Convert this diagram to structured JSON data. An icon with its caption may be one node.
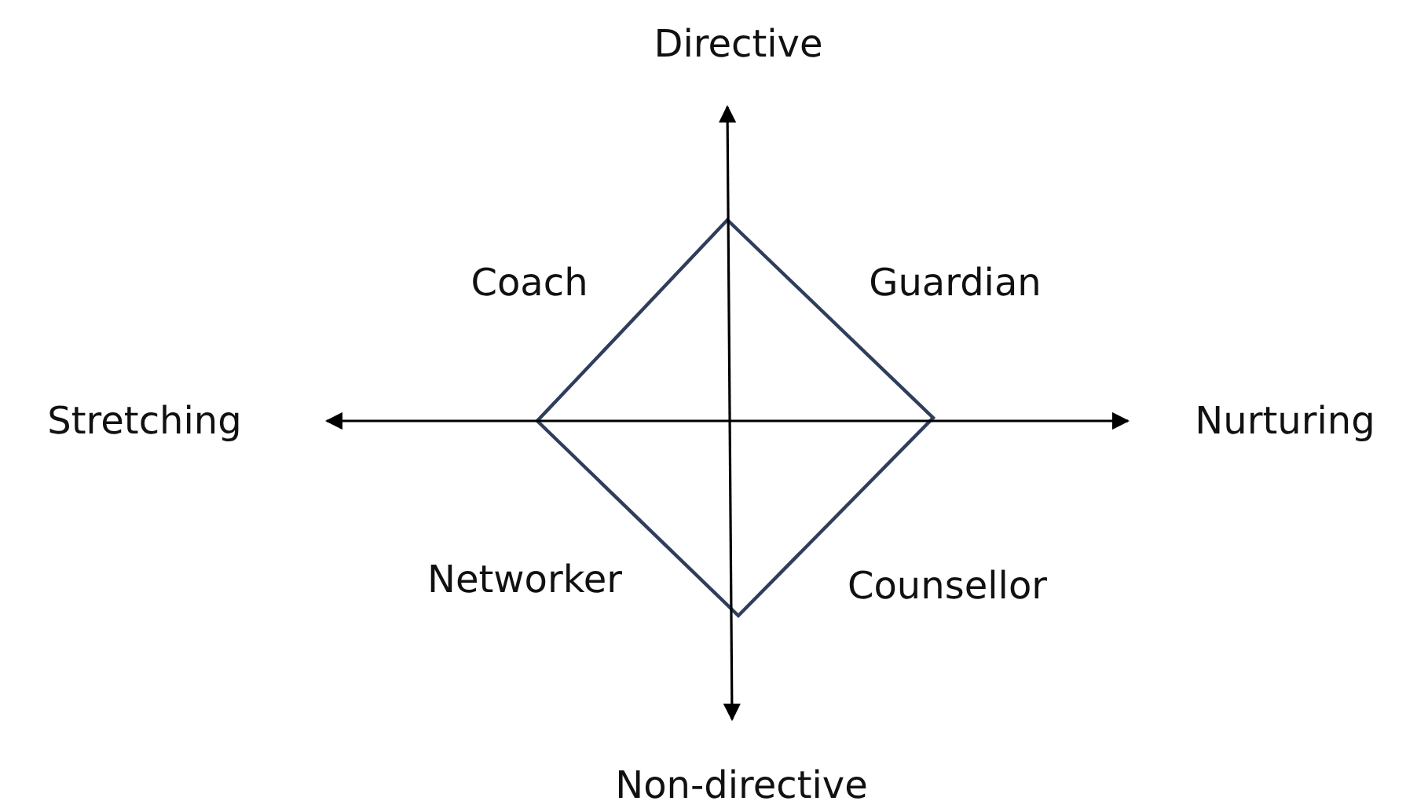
{
  "diagram": {
    "nodes": [
      {
        "text": [],
        "shape": "diamond"
      }
    ],
    "labels": [
      "Directive",
      "Coach",
      "Guardian",
      "Stretching",
      "Nurturing",
      "Networker",
      "Counsellor",
      "Non-directive"
    ]
  }
}
